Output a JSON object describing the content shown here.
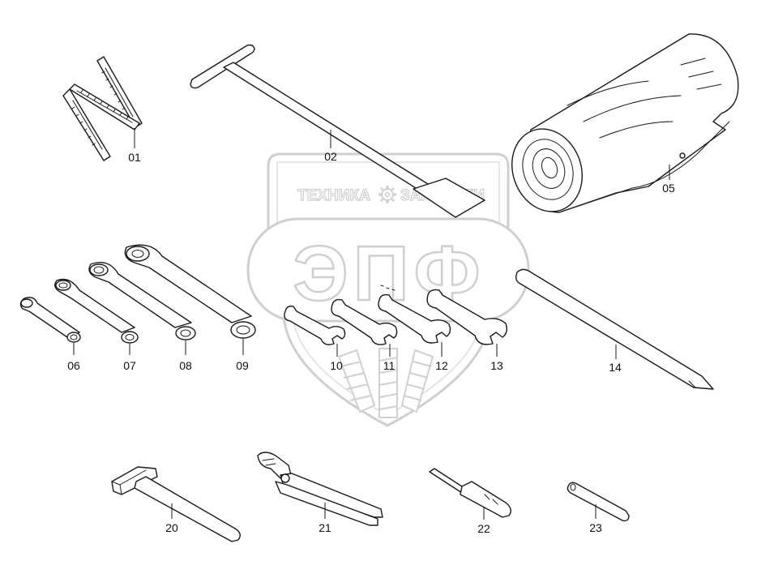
{
  "watermark": {
    "top_left": "ТЕХНИКА",
    "top_right": "ЗАПЧАСТИ",
    "main": "ЭПФ",
    "gear_icon": "gear-icon",
    "color": "#cfcfcf"
  },
  "parts": [
    {
      "id": "01",
      "label": "01"
    },
    {
      "id": "02",
      "label": "02"
    },
    {
      "id": "05",
      "label": "05"
    },
    {
      "id": "06",
      "label": "06"
    },
    {
      "id": "07",
      "label": "07"
    },
    {
      "id": "08",
      "label": "08"
    },
    {
      "id": "09",
      "label": "09"
    },
    {
      "id": "10",
      "label": "10"
    },
    {
      "id": "11",
      "label": "11"
    },
    {
      "id": "12",
      "label": "12"
    },
    {
      "id": "13",
      "label": "13"
    },
    {
      "id": "14",
      "label": "14"
    },
    {
      "id": "20",
      "label": "20"
    },
    {
      "id": "21",
      "label": "21"
    },
    {
      "id": "22",
      "label": "22"
    },
    {
      "id": "23",
      "label": "23"
    }
  ]
}
